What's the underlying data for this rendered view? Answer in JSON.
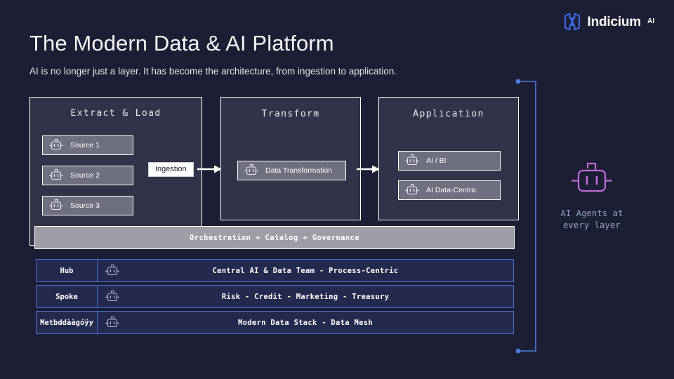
{
  "brand": {
    "name": "Indicium",
    "superscript": "AI",
    "mark_color": "#3b6ef0",
    "text_color": "#ffffff"
  },
  "header": {
    "title": "The Modern Data & AI Platform",
    "subtitle": "AI is no longer just a layer. It has become the architecture, from ingestion to application."
  },
  "theme": {
    "background": "#1c1e33",
    "panel_background": "#313348",
    "panel_border": "#ffffff",
    "chip_background": "#6e7080",
    "orchestration_background": "#9e9ea6",
    "layer_background": "#232a4d",
    "layer_border": "#4a6fd4",
    "accent_blue": "#4a7fe0",
    "accent_purple": "#c36bd8",
    "caption_color": "#97a3c9"
  },
  "pipeline": {
    "stages": [
      {
        "id": "extract-load",
        "title": "Extract & Load",
        "nodes": [
          {
            "label": "Source 1",
            "icon": "robot-icon"
          },
          {
            "label": "Source 2",
            "icon": "robot-icon"
          },
          {
            "label": "Source 3",
            "icon": "robot-icon"
          }
        ]
      },
      {
        "id": "transform",
        "title": "Transform",
        "nodes": [
          {
            "label": "Data Transformation",
            "icon": "robot-icon"
          }
        ]
      },
      {
        "id": "application",
        "title": "Application",
        "nodes": [
          {
            "label": "AI / BI",
            "icon": "robot-icon"
          },
          {
            "label": "AI Data-Centric",
            "icon": "robot-icon"
          }
        ]
      }
    ],
    "connector_label": "Ingestion",
    "arrow_icon": "arrow-right-icon"
  },
  "orchestration": {
    "label": "Orchestration + Catalog + Governance"
  },
  "layers": [
    {
      "key": "Hub",
      "icon": "robot-icon",
      "value": "Central AI & Data Team  -  Process-Centric"
    },
    {
      "key": "Spoke",
      "icon": "robot-icon",
      "value": "Risk - Credit - Marketing - Treasury"
    },
    {
      "key": "Metbddààgóÿy",
      "icon": "robot-icon",
      "value": "Modern Data Stack - Data Mesh"
    }
  ],
  "ai_agents": {
    "icon": "robot-icon",
    "caption_line_1": "AI Agents at",
    "caption_line_2": "every layer"
  }
}
